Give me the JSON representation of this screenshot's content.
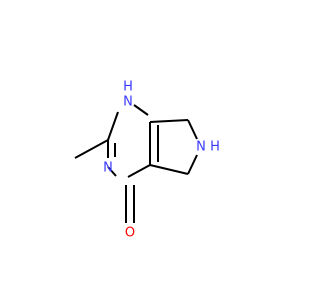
{
  "molecule": {
    "atoms": {
      "nh1": {
        "label": "N",
        "sub": "H",
        "color": "#3a3aff"
      },
      "n3": {
        "label": "N",
        "color": "#3a3aff"
      },
      "nh6": {
        "label": "N",
        "sub": "H",
        "color": "#3a3aff"
      },
      "o": {
        "label": "O",
        "color": "#ff0000"
      }
    }
  }
}
